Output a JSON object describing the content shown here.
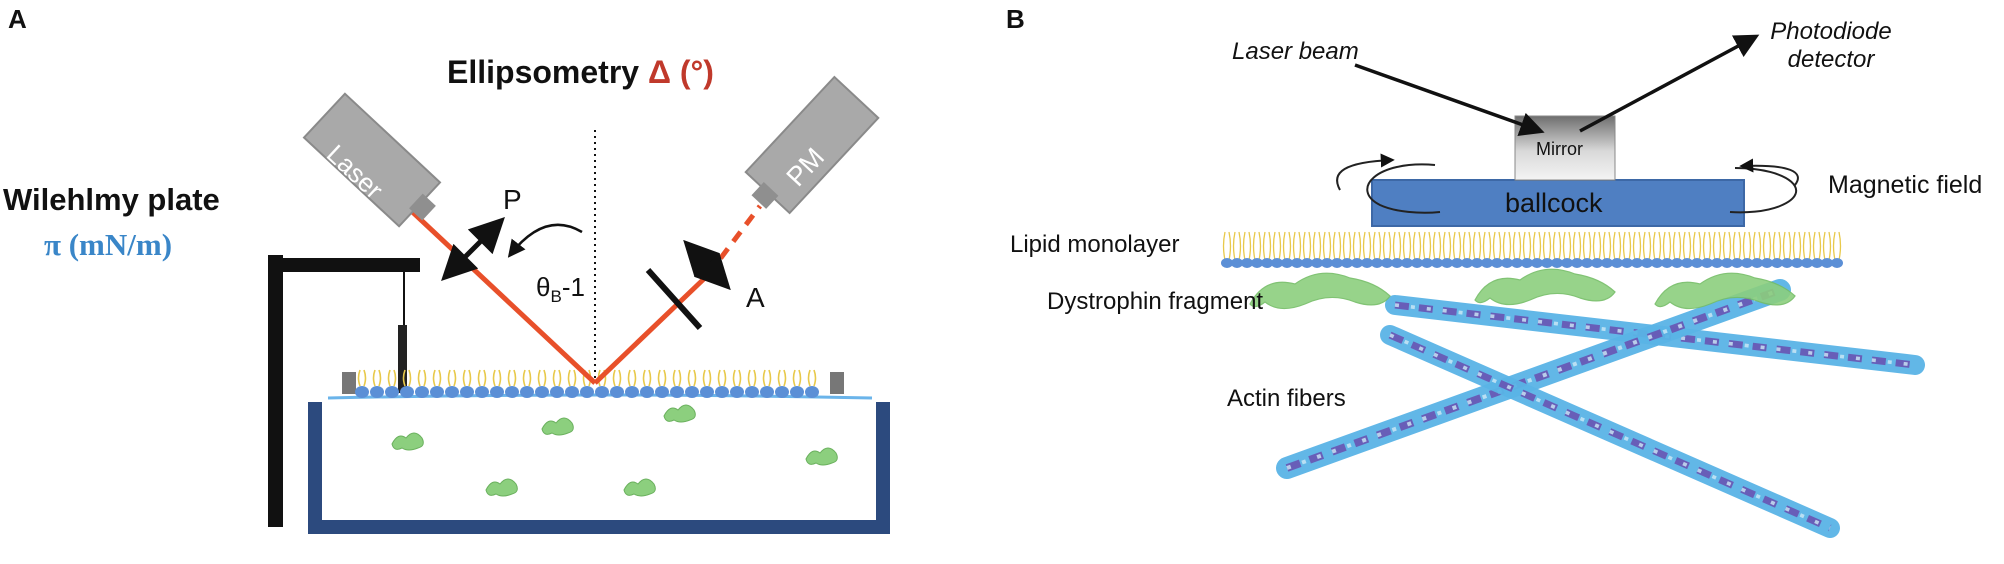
{
  "panel_a": {
    "letter": "A",
    "ellipsometry": {
      "text": "Ellipsometry ",
      "delta": "Δ (°)"
    },
    "wilhelmy": {
      "line1": "Wilehlmy plate",
      "line2": "π (mN/m)"
    },
    "laser_label": "Laser",
    "pm_label": "PM",
    "p_label": "P",
    "a_label": "A",
    "theta": {
      "symbol": "θ",
      "sub": "B",
      "suffix": "-1"
    }
  },
  "panel_b": {
    "letter": "B",
    "laser_beam": "Laser beam",
    "photodiode": {
      "line1": "Photodiode",
      "line2": "detector"
    },
    "mirror": "Mirror",
    "ballcock": "ballcock",
    "magnetic_field": "Magnetic field",
    "lipid_monolayer": "Lipid monolayer",
    "dystrophin": "Dystrophin fragment",
    "actin": "Actin fibers"
  },
  "colors": {
    "beam": "#e8502a",
    "trough": "#2c4a7e",
    "ballcock": "#4f7fc2",
    "lipid_head": "#5b8fd6",
    "lipid_tail": "#e8c94a",
    "protein": "#8ccf7e",
    "actin": "#5ab4e6",
    "actin_core": "#6a4fb0",
    "device": "#a9a9a9"
  }
}
